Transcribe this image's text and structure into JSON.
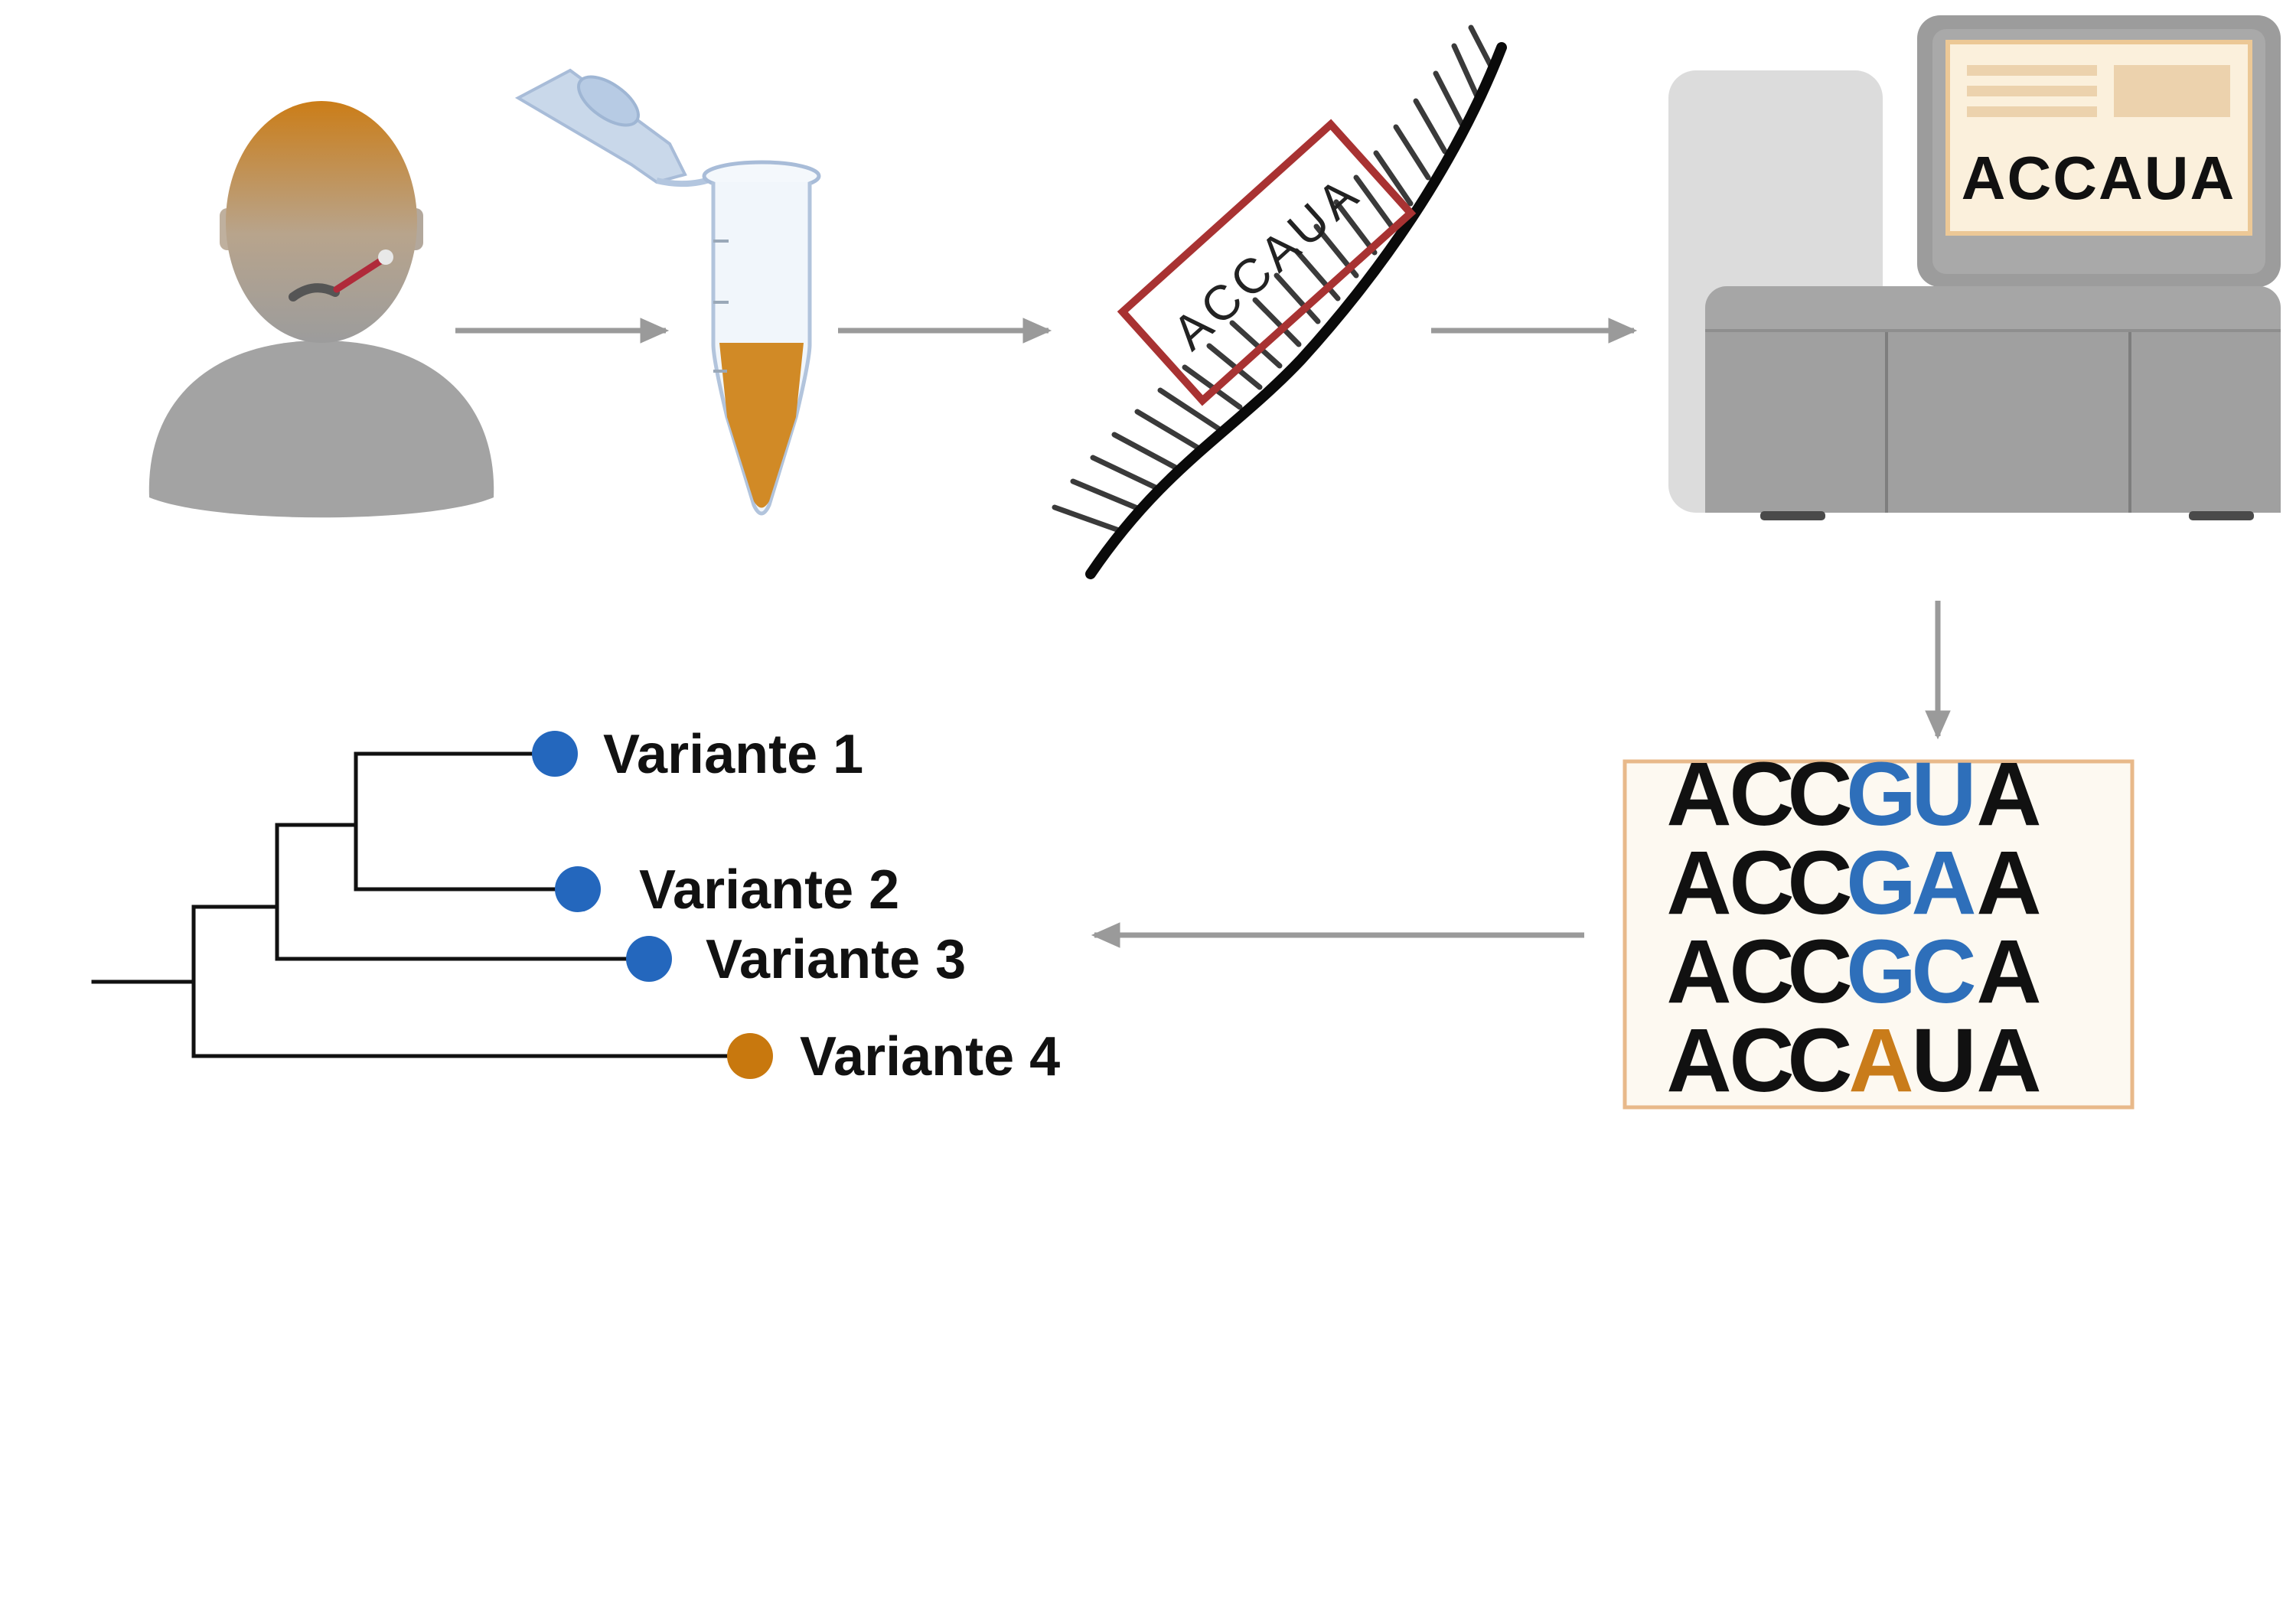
{
  "rna_fragment": {
    "sequence": "ACCAUA"
  },
  "sequencer": {
    "screen_text": "ACCAUA"
  },
  "alignment": {
    "rows": [
      {
        "letters": [
          "A",
          "C",
          "C",
          "G",
          "U",
          "A"
        ],
        "colors": [
          "#111111",
          "#111111",
          "#111111",
          "#2e6fba",
          "#2e6fba",
          "#111111"
        ]
      },
      {
        "letters": [
          "A",
          "C",
          "C",
          "G",
          "A",
          "A"
        ],
        "colors": [
          "#111111",
          "#111111",
          "#111111",
          "#2e6fba",
          "#2e6fba",
          "#111111"
        ]
      },
      {
        "letters": [
          "A",
          "C",
          "C",
          "G",
          "C",
          "A"
        ],
        "colors": [
          "#111111",
          "#111111",
          "#111111",
          "#2e6fba",
          "#2e6fba",
          "#111111"
        ]
      },
      {
        "letters": [
          "A",
          "C",
          "C",
          "A",
          "U",
          "A"
        ],
        "colors": [
          "#111111",
          "#111111",
          "#111111",
          "#c97c1a",
          "#111111",
          "#111111"
        ]
      }
    ]
  },
  "tree": {
    "variants": [
      {
        "label": "Variante 1",
        "color": "#2467bd"
      },
      {
        "label": "Variante 2",
        "color": "#2467bd"
      },
      {
        "label": "Variante 3",
        "color": "#2467bd"
      },
      {
        "label": "Variante 4",
        "color": "#c8780e"
      }
    ]
  },
  "colors": {
    "accent_orange": "#c97c1a",
    "accent_blue": "#2e6fba",
    "box_border": "#e8b98a",
    "box_fill": "#fdf9f1",
    "frame_red": "#a83232",
    "arrow_gray": "#9a9a9a"
  }
}
